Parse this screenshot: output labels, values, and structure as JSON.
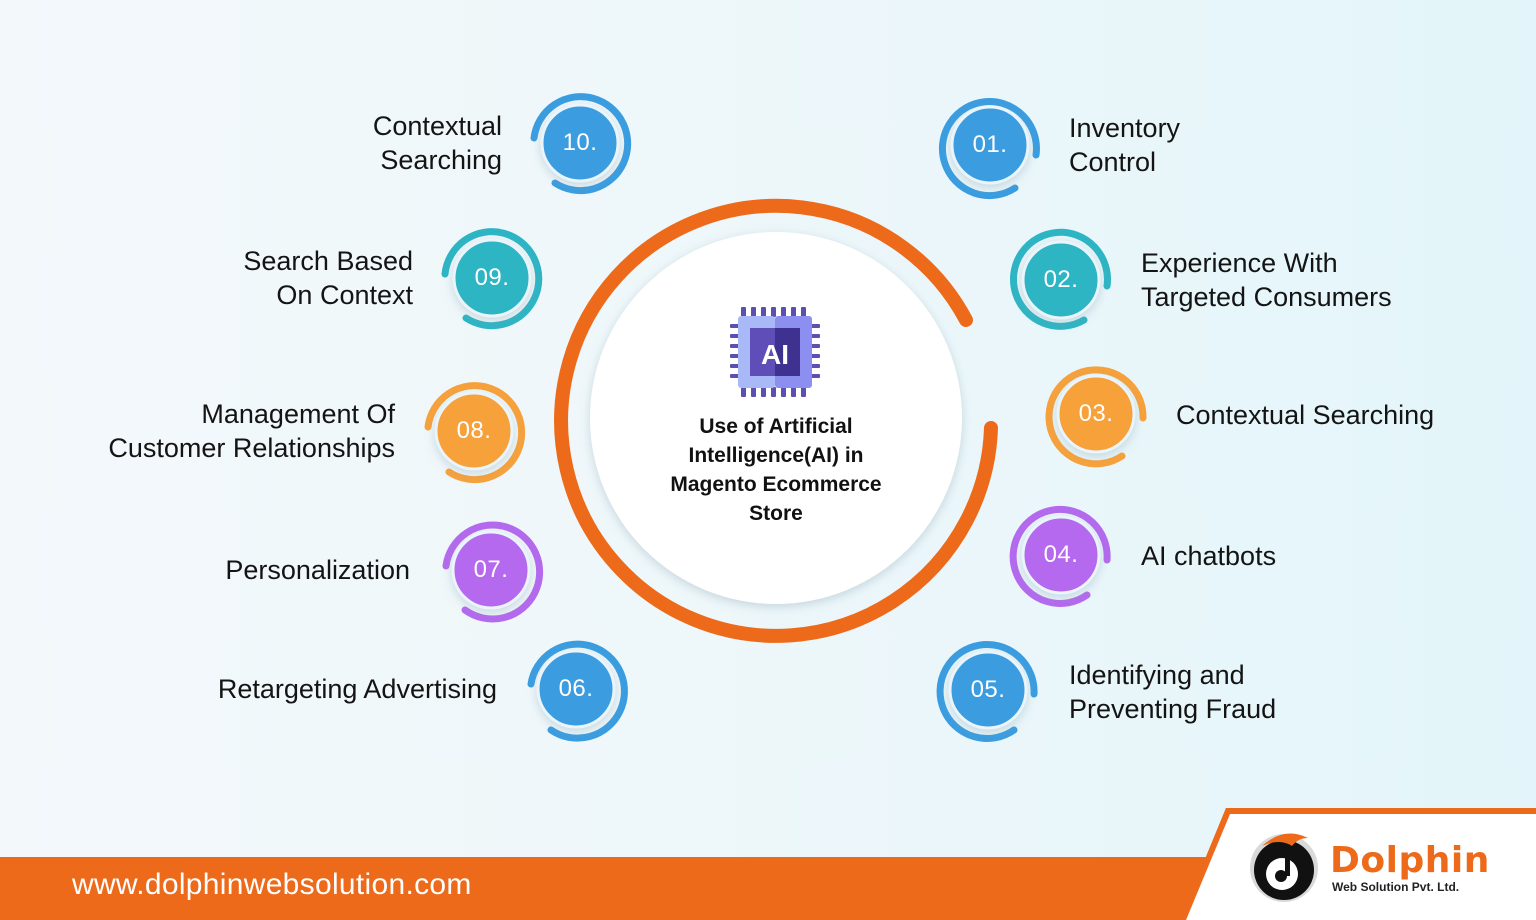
{
  "center": {
    "icon": "ai-chip-icon",
    "icon_text": "AI",
    "title_lines": [
      "Use of Artificial",
      "Intelligence(AI) in",
      "Magento Ecommerce",
      "Store"
    ]
  },
  "items": [
    {
      "number": "01.",
      "lines": [
        "Inventory",
        "Control"
      ],
      "color": "#3a9de0"
    },
    {
      "number": "02.",
      "lines": [
        "Experience With",
        "Targeted Consumers"
      ],
      "color": "#2db5c4"
    },
    {
      "number": "03.",
      "lines": [
        "Contextual Searching"
      ],
      "color": "#f7a13b"
    },
    {
      "number": "04.",
      "lines": [
        "AI chatbots"
      ],
      "color": "#b469ee"
    },
    {
      "number": "05.",
      "lines": [
        "Identifying and",
        "Preventing Fraud"
      ],
      "color": "#3a9de0"
    },
    {
      "number": "06.",
      "lines": [
        "Retargeting Advertising"
      ],
      "color": "#3a9de0"
    },
    {
      "number": "07.",
      "lines": [
        "Personalization"
      ],
      "color": "#b469ee"
    },
    {
      "number": "08.",
      "lines": [
        "Management Of",
        "Customer Relationships"
      ],
      "color": "#f7a13b"
    },
    {
      "number": "09.",
      "lines": [
        "Search Based",
        "On Context"
      ],
      "color": "#2db5c4"
    },
    {
      "number": "10.",
      "lines": [
        "Contextual",
        "Searching"
      ],
      "color": "#3a9de0"
    }
  ],
  "colors": {
    "accent_orange": "#ec6a1a",
    "blue": "#3a9de0",
    "teal": "#2db5c4",
    "orange": "#f7a13b",
    "purple": "#b469ee"
  },
  "footer": {
    "url": "www.dolphinwebsolution.com",
    "brand_name": "Dolphin",
    "brand_sub": "Web Solution Pvt. Ltd.",
    "logo_icon": "dolphin-music-note-logo-icon"
  }
}
